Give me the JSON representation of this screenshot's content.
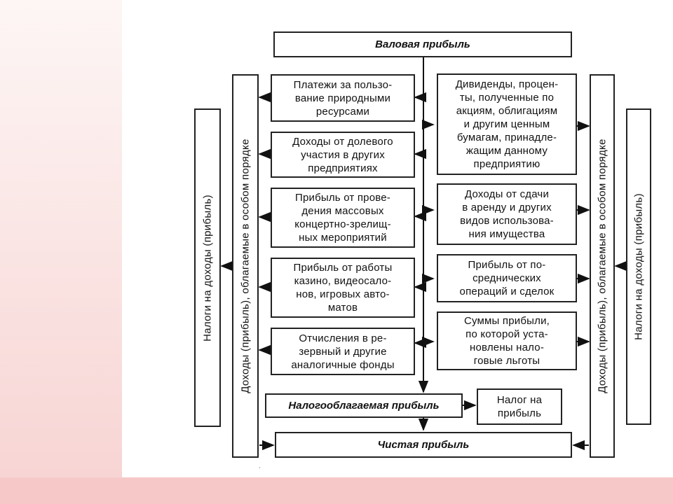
{
  "diagram": {
    "top": "Валовая прибыль",
    "left_items": [
      [
        "Платежи за пользо-",
        "вание природными",
        "ресурсами"
      ],
      [
        "Доходы от долевого",
        "участия в других",
        "предприятиях"
      ],
      [
        "Прибыль от прове-",
        "дения массовых",
        "концертно-зрелищ-",
        "ных мероприятий"
      ],
      [
        "Прибыль от работы",
        "казино, видеосало-",
        "нов, игровых авто-",
        "матов"
      ],
      [
        "Отчисления в ре-",
        "зервный и другие",
        "аналогичные фонды"
      ]
    ],
    "right_items": [
      [
        "Дивиденды, процен-",
        "ты, полученные по",
        "акциям, облигациям",
        "и другим ценным",
        "бумагам, принадле-",
        "жащим данному",
        "предприятию"
      ],
      [
        "Доходы от сдачи",
        "в аренду и других",
        "видов использова-",
        "ния имущества"
      ],
      [
        "Прибыль от по-",
        "среднических",
        "операций и сделок"
      ],
      [
        "Суммы прибыли,",
        "по которой уста-",
        "новлены нало-",
        "говые льготы"
      ]
    ],
    "taxable": "Налогооблагаемая прибыль",
    "tax": [
      "Налог на",
      "прибыль"
    ],
    "net": "Чистая прибыль",
    "special_income": "Доходы (прибыль), облагаемые в особом порядке",
    "income_tax": "Налоги на доходы (прибыль)"
  }
}
